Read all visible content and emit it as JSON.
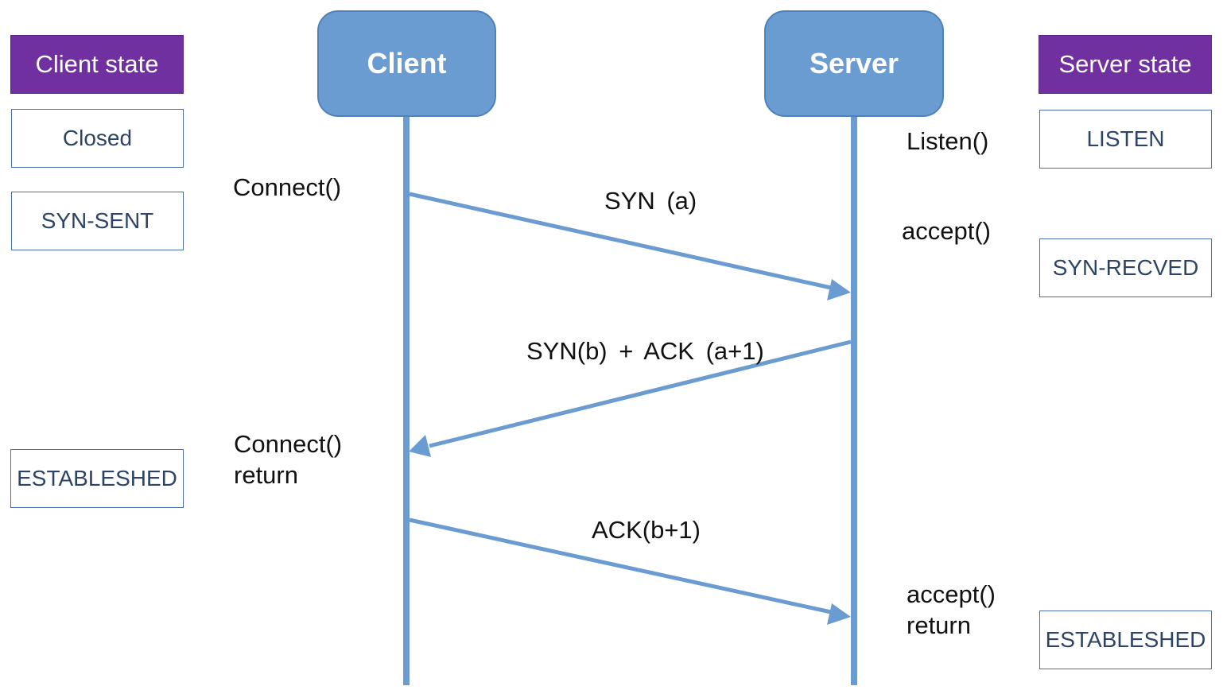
{
  "client_state_header": "Client state",
  "server_state_header": "Server state",
  "client_states": [
    "Closed",
    "SYN-SENT",
    "ESTABLESHED"
  ],
  "server_states": [
    "LISTEN",
    "SYN-RECVED",
    "ESTABLESHED"
  ],
  "actors": {
    "client": "Client",
    "server": "Server"
  },
  "client_calls": {
    "connect": "Connect()",
    "connect_return": "Connect()\nreturn"
  },
  "server_calls": {
    "listen": "Listen()",
    "accept": "accept()",
    "accept_return": "accept()\nreturn"
  },
  "messages": {
    "syn": "SYN (a)",
    "synack": "SYN(b) + ACK (a+1)",
    "ack": "ACK(b+1)"
  },
  "colors": {
    "header_purple": "#7030a0",
    "actor_blue": "#6a9bd1",
    "line_blue": "#6a9bd1"
  }
}
